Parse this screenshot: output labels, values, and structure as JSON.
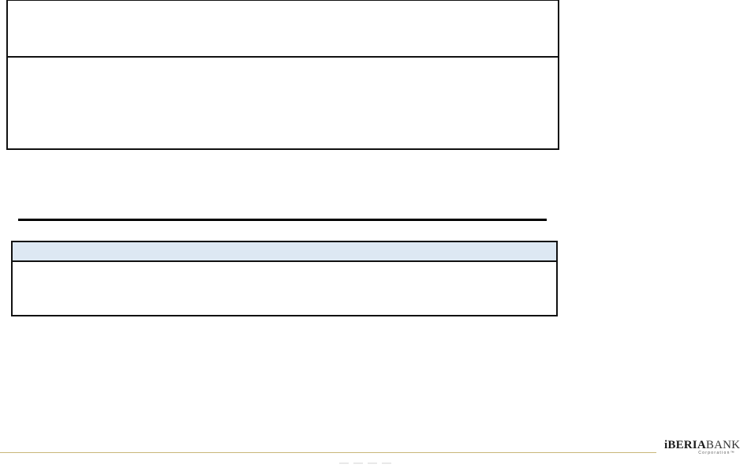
{
  "footer": {
    "logo_text_bold": "iBERIA",
    "logo_text_light": "BANK",
    "logo_subtext": "Corporation™"
  }
}
